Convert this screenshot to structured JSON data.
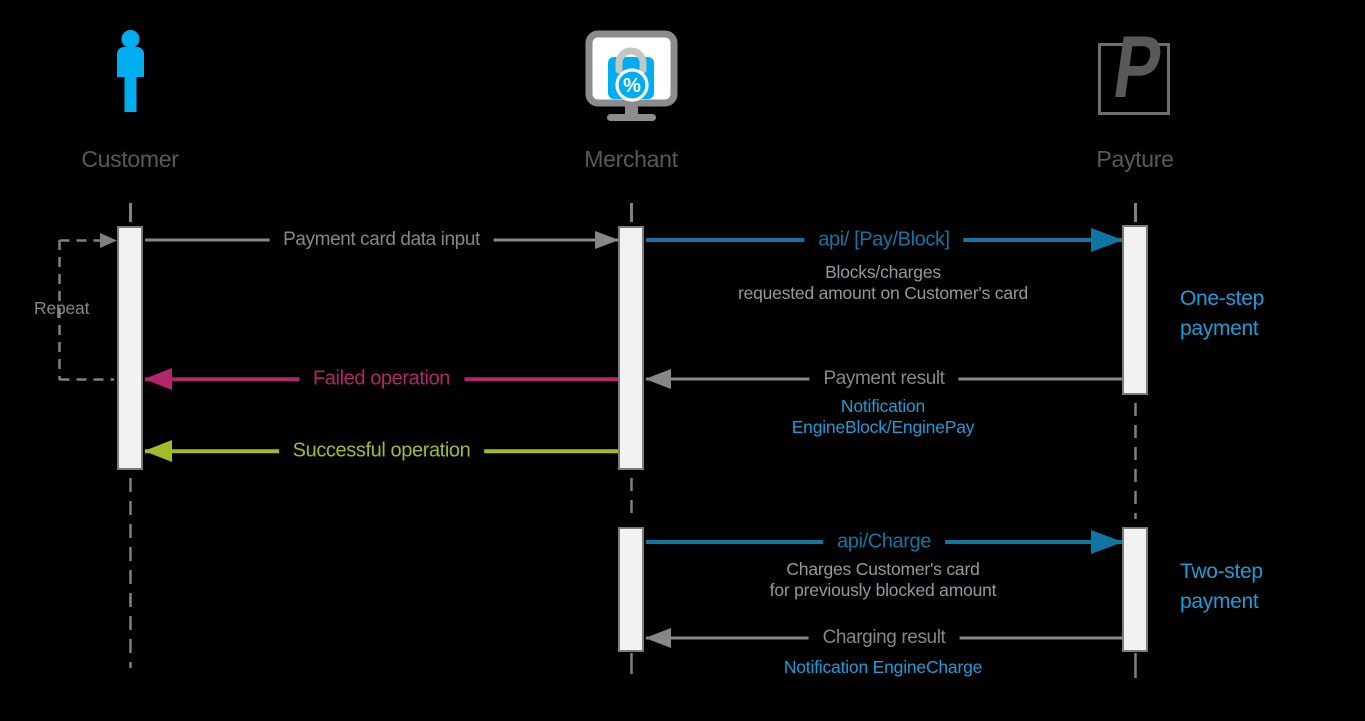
{
  "colors": {
    "background": "#000000",
    "api_blue": "#0f76a3",
    "notification_blue": "#1b9dd9",
    "icon_blue": "#00aeef",
    "failed_crimson": "#b2266b",
    "success_green": "#a0bc29",
    "line_gray": "#868789",
    "label_gray": "#85878a",
    "note_gray": "#96989b",
    "actor_gray": "#58595b"
  },
  "actors": [
    {
      "label": "Customer",
      "icon": "person-icon"
    },
    {
      "label": "Merchant",
      "icon": "shop-monitor-icon",
      "badge_symbol": "%"
    },
    {
      "label": "Payture",
      "icon": "payture-logo",
      "logo_letter": "P"
    }
  ],
  "flow_one_step": {
    "msg_card_input": "Payment card data input",
    "msg_api_pay_block": "api/ [Pay/Block]",
    "note_block_line1": "Blocks/charges",
    "note_block_line2": "requested amount on Customer's card",
    "caption": "One-step payment",
    "msg_payment_result": "Payment result",
    "note_notification_line1": "Notification",
    "note_notification_line2": "EngineBlock/EnginePay",
    "msg_failed": "Failed operation",
    "msg_successful": "Successful operation",
    "repeat_label": "Repeat"
  },
  "flow_two_step": {
    "msg_api_charge": "api/Charge",
    "note_charge_line1": "Charges Customer's card",
    "note_charge_line2": "for previously blocked amount",
    "caption": "Two-step payment",
    "msg_charging_result": "Charging result",
    "note_notification": "Notification EngineCharge"
  }
}
